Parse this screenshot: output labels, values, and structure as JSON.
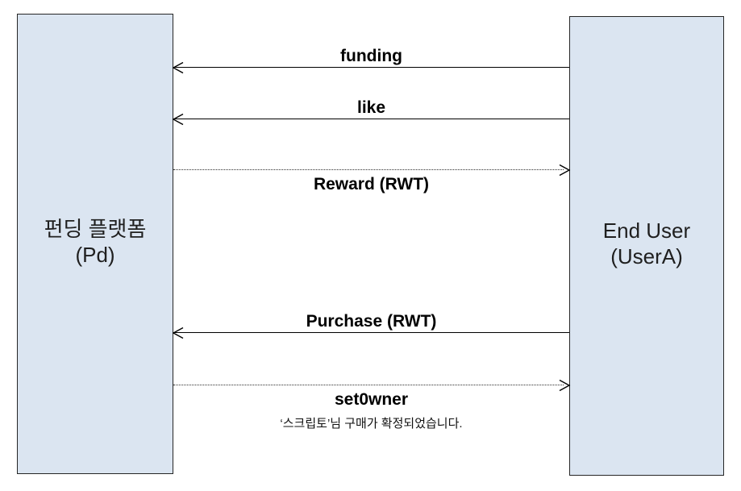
{
  "diagram": {
    "title": "funding-platform-sequence-diagram",
    "actors": {
      "left": {
        "name": "펀딩 플랫폼",
        "id": "(Pd)"
      },
      "right": {
        "name": "End User",
        "id": "(UserA)"
      }
    },
    "messages": [
      {
        "label": "funding",
        "direction": "right-to-left",
        "style": "solid"
      },
      {
        "label": "like",
        "direction": "right-to-left",
        "style": "solid"
      },
      {
        "label": "Reward (RWT)",
        "direction": "left-to-right",
        "style": "dotted"
      },
      {
        "label": "Purchase (RWT)",
        "direction": "right-to-left",
        "style": "solid"
      },
      {
        "label": "set0wner",
        "direction": "left-to-right",
        "style": "dotted",
        "caption": "‘스크립토’님 구매가 확정되었습니다."
      }
    ],
    "colors": {
      "actor_fill": "#dbe5f1",
      "actor_border": "#262626",
      "line": "#000000",
      "background": "#ffffff"
    }
  }
}
